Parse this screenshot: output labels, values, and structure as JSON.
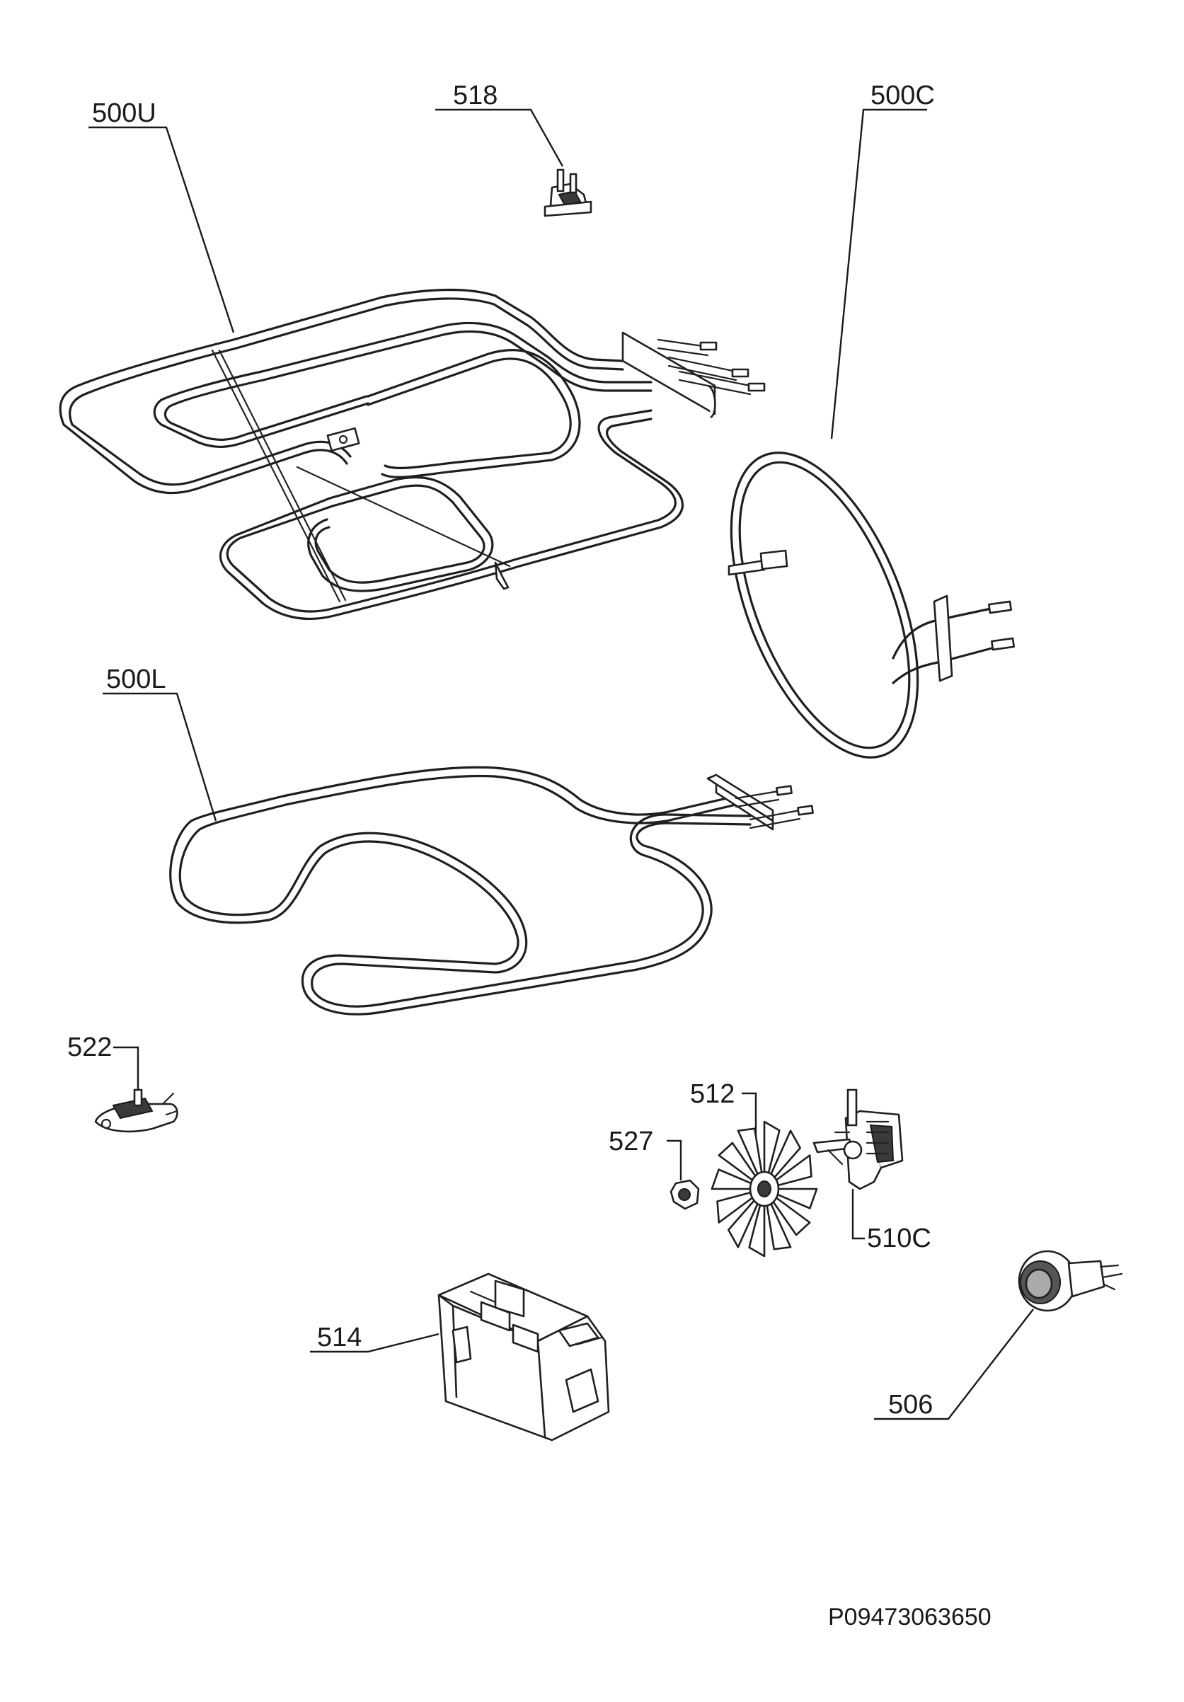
{
  "diagram": {
    "labels": {
      "upper_heater": "500U",
      "thermostat_top": "518",
      "circular_heater": "500C",
      "lower_heater": "500L",
      "thermostat_bottom": "522",
      "fan_blade": "512",
      "nut": "527",
      "fan_motor": "510C",
      "terminal_box": "514",
      "lamp": "506"
    },
    "drawing_code": "P09473063650"
  }
}
